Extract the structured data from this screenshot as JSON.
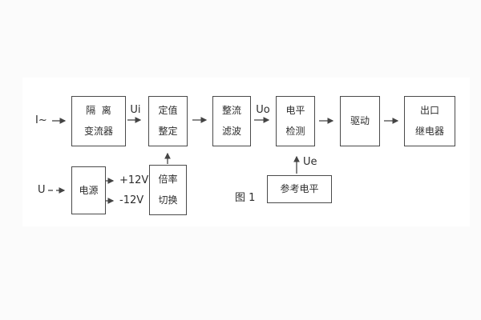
{
  "figure": {
    "caption": "图 1"
  },
  "signal_labels": {
    "input_current": "I~",
    "input_voltage": "U",
    "ui": "Ui",
    "uo": "Uo",
    "ue": "Ue",
    "plus_12v": "+12V",
    "minus_12v": "-12V"
  },
  "blocks": {
    "isolation_transformer": {
      "line1": "隔  离",
      "line2": "变流器"
    },
    "setpoint_setting": {
      "line1": "定值",
      "line2": "整定"
    },
    "rectifier_filter": {
      "line1": "整流",
      "line2": "滤波"
    },
    "level_detection": {
      "line1": "电平",
      "line2": "检测"
    },
    "drive": {
      "line1": "驱动"
    },
    "output_relay": {
      "line1": "出口",
      "line2": "继电器"
    },
    "power_supply": {
      "line1": "电源"
    },
    "ratio_switch": {
      "line1": "倍率",
      "line2": "切换"
    },
    "reference_level": {
      "line1": "参考电平"
    }
  },
  "colors": {
    "line": "#444444",
    "text": "#2d2d2d",
    "page": "#ffffff",
    "background": "#fbfbfb"
  }
}
